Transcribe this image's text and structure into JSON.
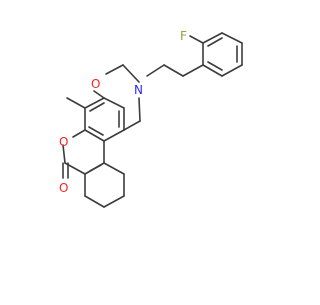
{
  "molecule": {
    "atom_labels": {
      "fluorine": "F",
      "nitrogen": "N",
      "oxygen_ring": "O",
      "oxygen_lactone": "O",
      "oxygen_carbonyl": "O"
    },
    "colors": {
      "bond": "#3c3c3c",
      "fluorine": "#86a83a",
      "nitrogen": "#2b2bff",
      "oxygen": "#ff2020",
      "background": "#ffffff"
    }
  }
}
